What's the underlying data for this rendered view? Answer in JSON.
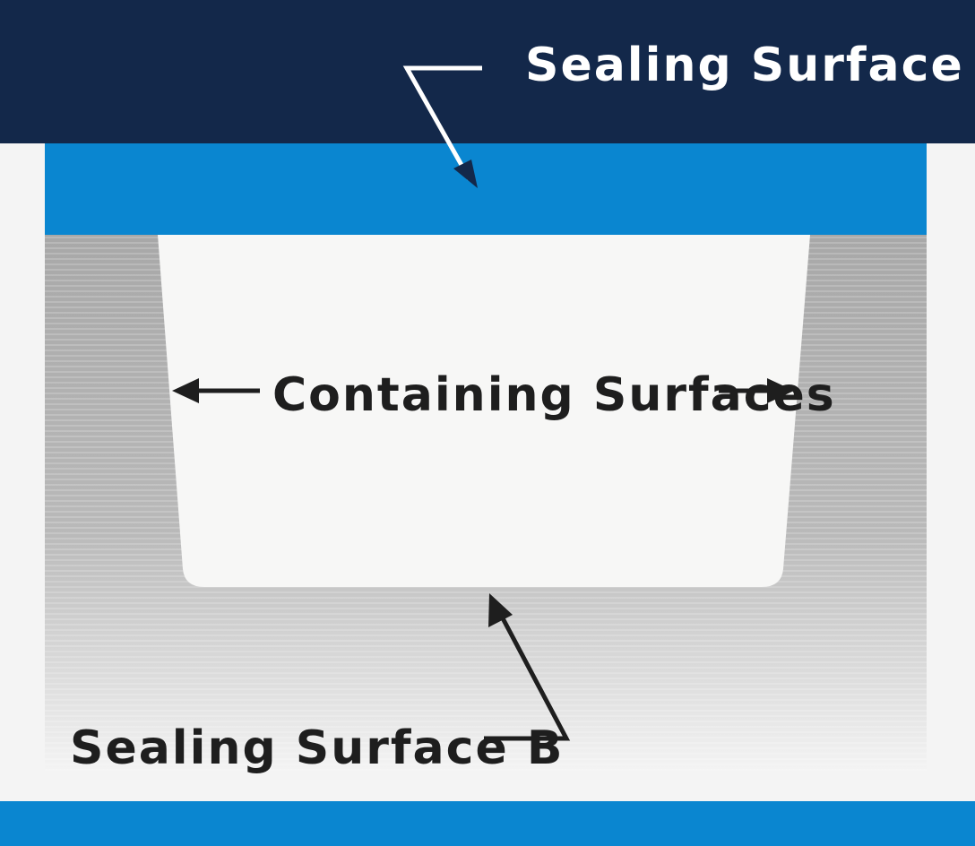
{
  "labels": {
    "sealing_surface_a": "Sealing Surface A",
    "containing_surfaces": "Containing Surfaces",
    "sealing_surface_b": "Sealing Surface B"
  },
  "colors": {
    "top_plate": "#13284a",
    "seal_blue": "#0a86d0",
    "groove_gray_dark": "#a8a8a8",
    "groove_gray_light": "#f2f2f2",
    "cavity": "#f7f7f6",
    "background": "#f4f4f4",
    "label_light": "#ffffff",
    "label_dark": "#1e1e1e"
  }
}
